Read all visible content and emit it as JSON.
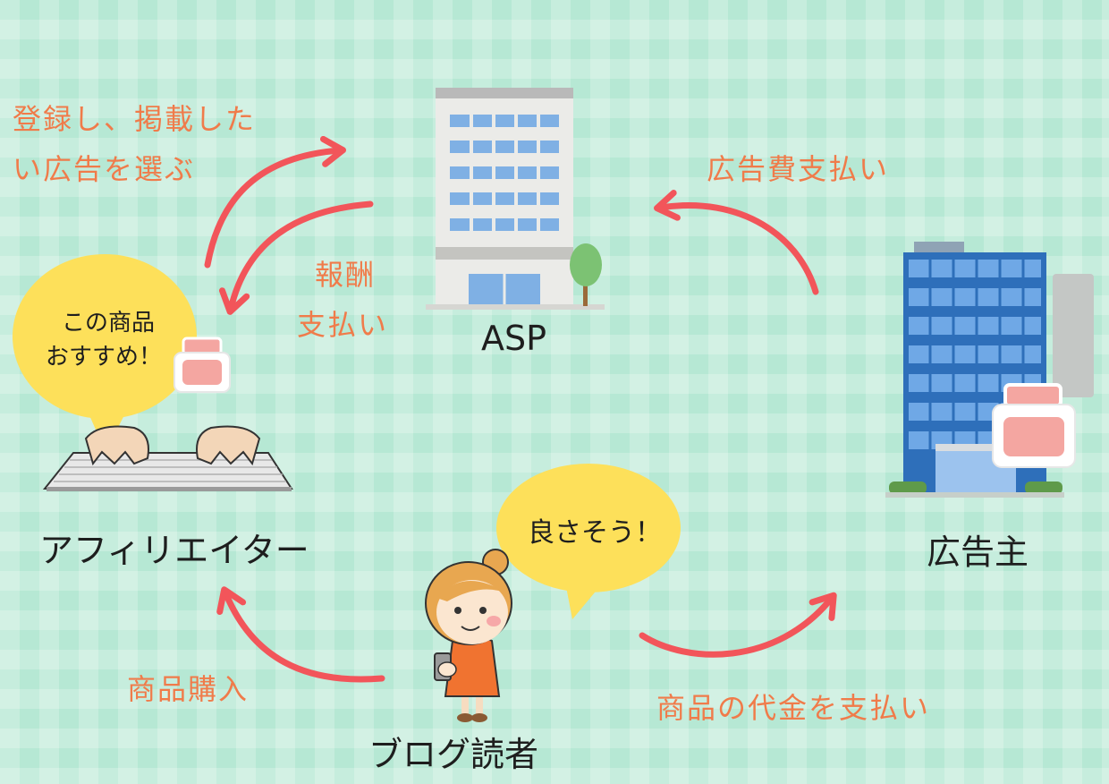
{
  "labels": {
    "asp": "ASP",
    "affiliate": "アフィリエイター",
    "advertiser": "広告主",
    "reader": "ブログ読者"
  },
  "arrows": {
    "register_line1": "登録し、掲載した",
    "register_line2": "い広告を選ぶ",
    "reward_line1": "報酬",
    "reward_line2": "支払い",
    "ad_fee": "広告費支払い",
    "purchase": "商品購入",
    "payment": "商品の代金を支払い"
  },
  "bubbles": {
    "affiliate_line1": "この商品",
    "affiliate_line2": "おすすめ！",
    "reader": "良さそう！"
  },
  "colors": {
    "background": "#b6e8d4",
    "arrow": "#f2555a",
    "label_text": "#f07b4a",
    "bubble": "#fde05a"
  }
}
